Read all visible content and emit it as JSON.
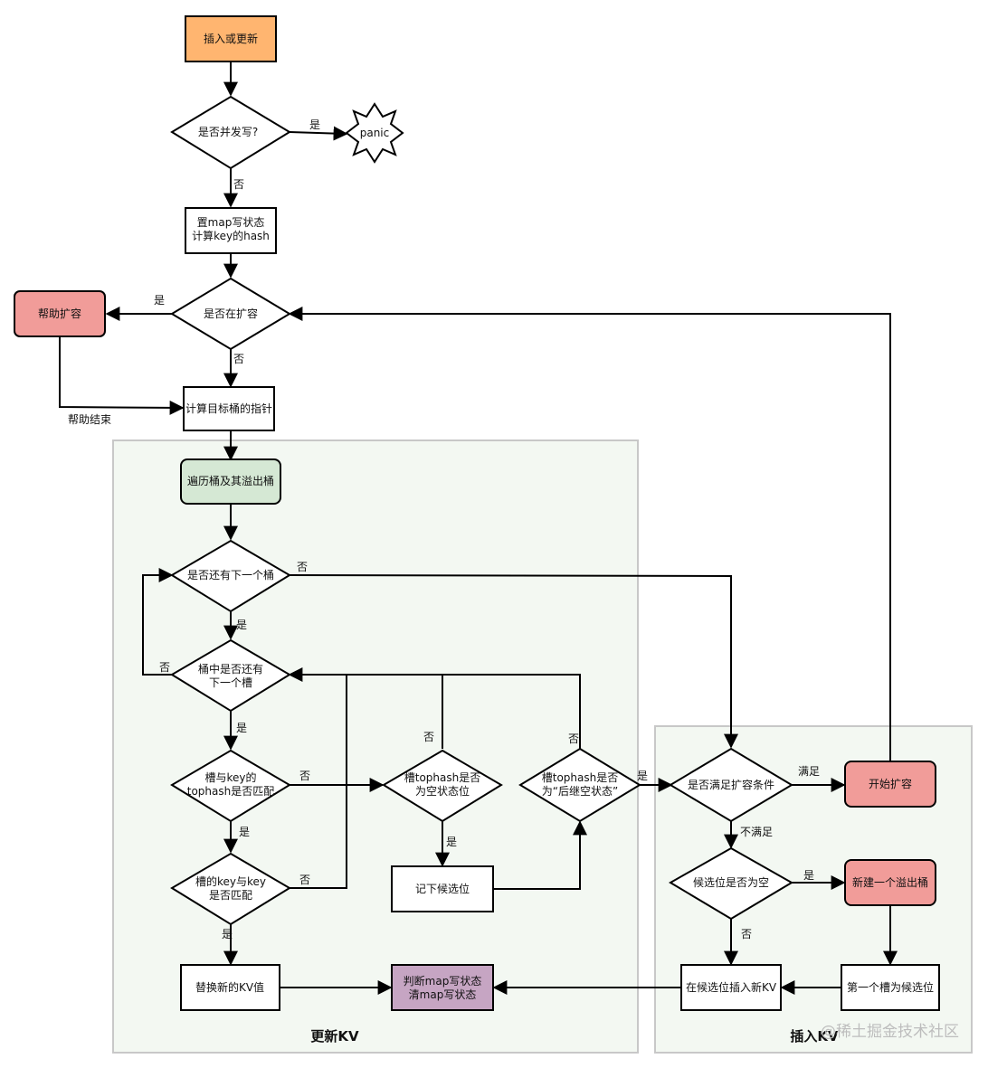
{
  "nodes": {
    "start": "插入或更新",
    "concurrent_write": "是否并发写?",
    "panic": "panic",
    "set_state_1": "置map写状态",
    "set_state_2": "计算key的hash",
    "growing": "是否在扩容",
    "help_grow": "帮助扩容",
    "calc_bucket": "计算目标桶的指针",
    "traverse": "遍历桶及其溢出桶",
    "next_bucket": "是否还有下一个桶",
    "next_slot_1": "桶中是否还有",
    "next_slot_2": "下一个槽",
    "tophash_match_1": "槽与key的",
    "tophash_match_2": "tophash是否匹配",
    "key_match_1": "槽的key与key",
    "key_match_2": "是否匹配",
    "replace_kv": "替换新的KV值",
    "finish_1": "判断map写状态",
    "finish_2": "清map写状态",
    "empty_slot_1": "槽tophash是否",
    "empty_slot_2": "为空状态位",
    "record_candidate": "记下候选位",
    "rest_empty_1": "槽tophash是否",
    "rest_empty_2": "为“后继空状态”",
    "grow_cond": "是否满足扩容条件",
    "start_grow": "开始扩容",
    "candidate_null": "候选位是否为空",
    "new_overflow": "新建一个溢出桶",
    "insert_kv": "在候选位插入新KV",
    "first_slot": "第一个槽为候选位"
  },
  "edge_labels": {
    "yes_panic": "是",
    "no_concurrent": "否",
    "yes_growing": "是",
    "no_growing": "否",
    "help_done": "帮助结束",
    "no_next_bucket": "否",
    "yes_next_bucket": "是",
    "no_next_slot": "否",
    "yes_next_slot": "是",
    "no_tophash": "否",
    "yes_tophash": "是",
    "no_key": "否",
    "yes_key": "是",
    "no_empty": "否",
    "yes_empty": "是",
    "no_rest": "否",
    "yes_rest": "是",
    "meet": "满足",
    "not_meet": "不满足",
    "yes_null": "是",
    "no_null": "否"
  },
  "regions": {
    "update": "更新KV",
    "insert": "插入KV"
  },
  "watermark": "@稀土掘金技术社区",
  "colors": {
    "start": "#ffb570",
    "red": "#f19c99",
    "green": "#d5e8d4",
    "purple": "#c6a5c3",
    "region_bg": "#f3f8f2",
    "region_border": "#c8c8c8"
  }
}
